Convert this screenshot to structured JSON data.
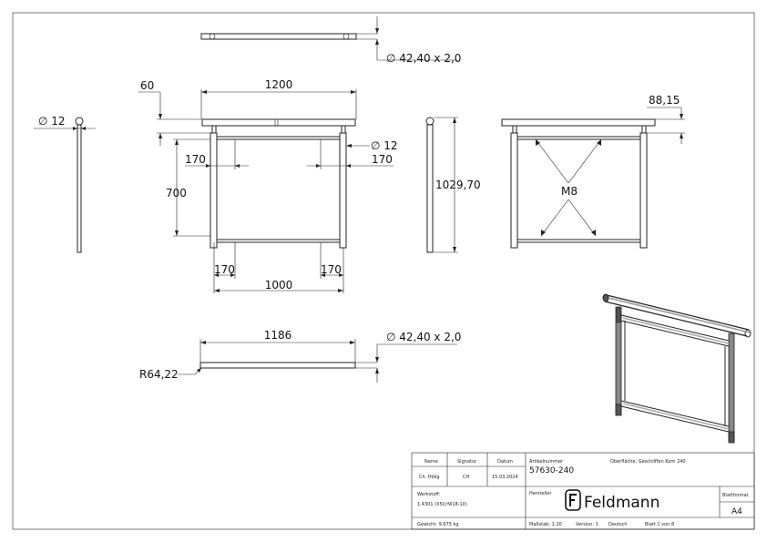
{
  "dimensions": {
    "top_tube_dia": "∅ 42,40 x 2,0",
    "front_offset": "60",
    "front_width": "1200",
    "front_post_dia": "∅ 12",
    "front_170_tl": "170",
    "front_170_tr": "170",
    "front_height": "700",
    "front_170_bl": "170",
    "front_170_br": "170",
    "front_bottom_width": "1000",
    "side_post_dia": "∅ 12",
    "side_height": "1029,70",
    "back_dim": "88,15",
    "thread": "M8",
    "tube_length": "1186",
    "tube_dia": "∅ 42,40 x 2,0",
    "tube_radius": "R64,22"
  },
  "title_block": {
    "name_label": "Name",
    "signature_label": "Signatur",
    "date_label": "Datum",
    "name_value": "Ch. Hölig",
    "signature_value": "CH",
    "date_value": "15.03.2024",
    "article_label": "Artikelnummer",
    "article_value": "57630-240",
    "surface_label": "Oberfläche:  Geschliffen Korn 240",
    "material_label": "Werkstoff:",
    "material_value": "1.4301 (X5CrNi18-10)",
    "manufacturer_label": "Hersteller",
    "logo_text": "Feldmann",
    "format_label": "Blattformat",
    "format_value": "A4",
    "weight": "Gewicht: 9,675 kg",
    "scale": "Maßstab: 1:20",
    "version": "Version: 1",
    "language": "Deutsch",
    "sheet": "Blatt 1 von 8"
  }
}
